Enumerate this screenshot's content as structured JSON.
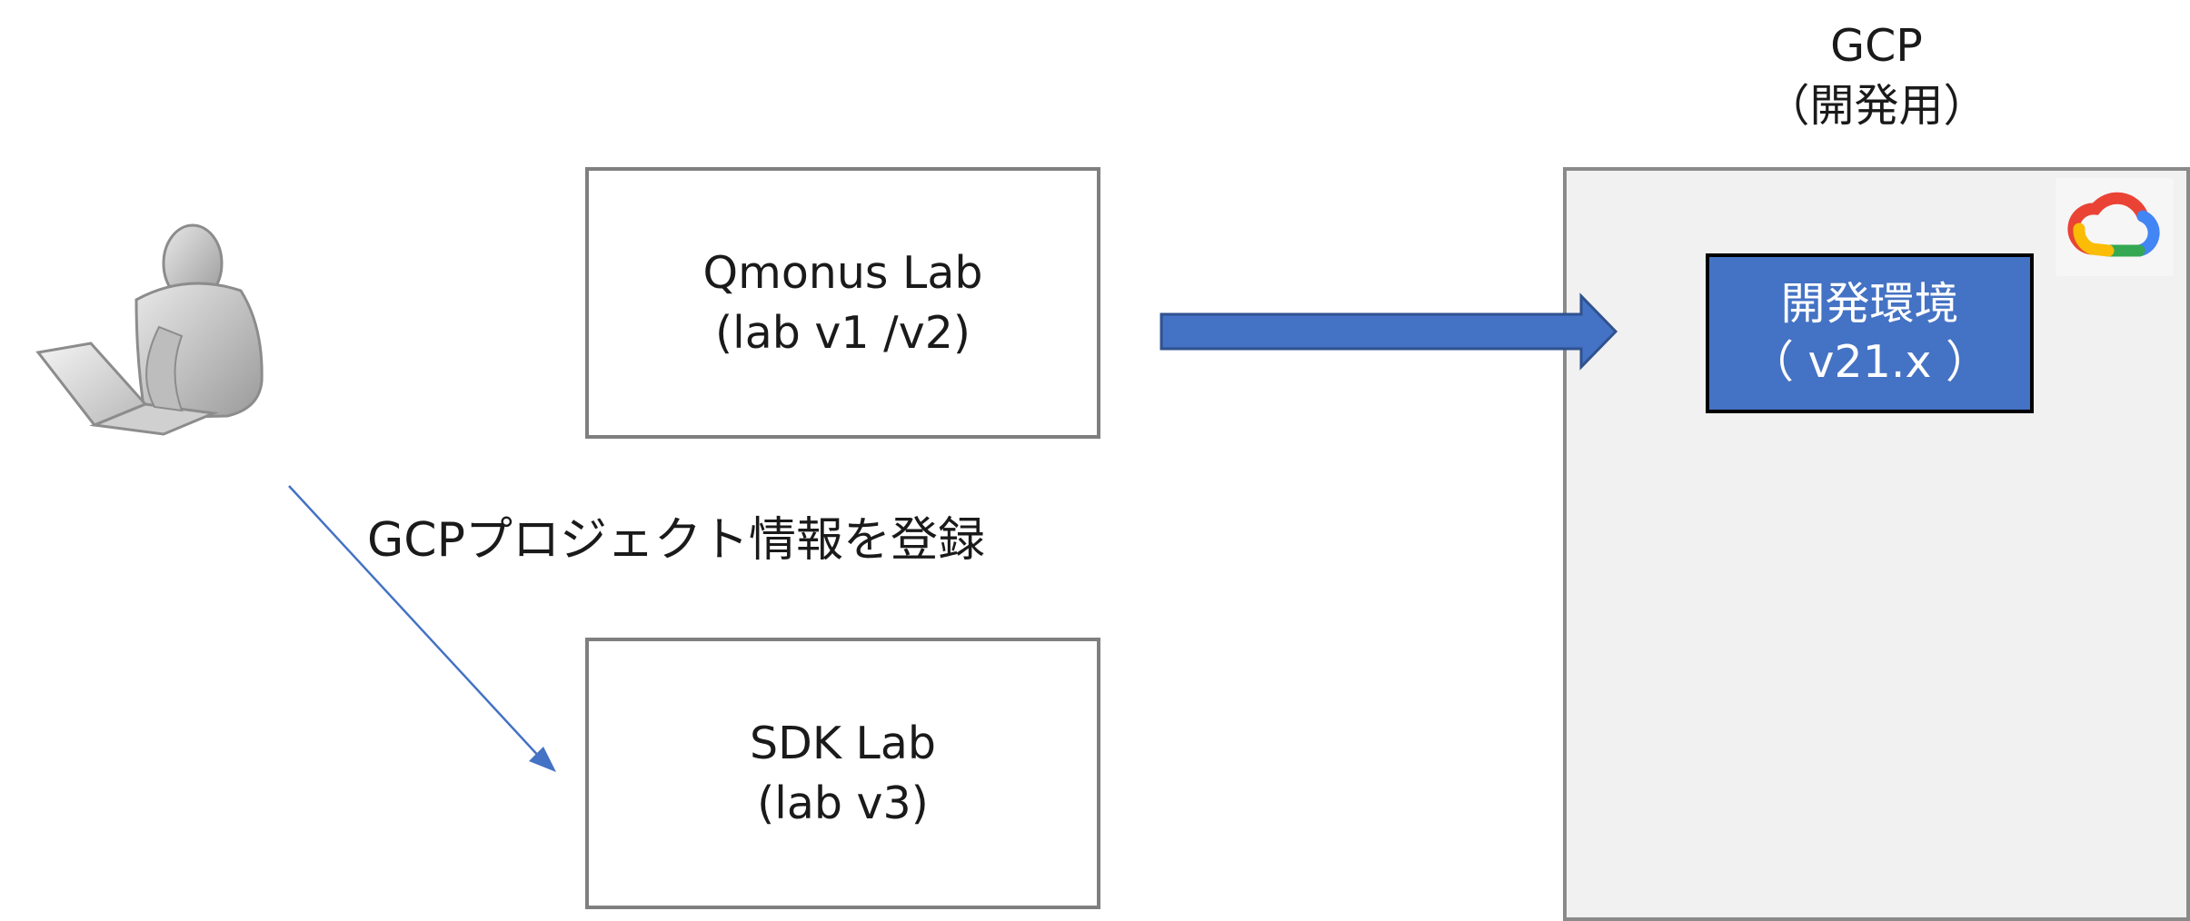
{
  "gcp": {
    "title_line1": "GCP",
    "title_line2": "（開発用）",
    "dev_env": {
      "line1": "開発環境",
      "line2": "（ v21.x ）"
    },
    "logo_icon": "google-cloud-icon"
  },
  "nodes": {
    "qmonus": {
      "line1": "Qmonus Lab",
      "line2": "(lab v1 /v2)"
    },
    "sdk": {
      "line1": "SDK Lab",
      "line2": "(lab v3)"
    },
    "user_icon": "user-at-laptop-icon"
  },
  "edges": {
    "register_label": "GCPプロジェクト情報を登録"
  },
  "colors": {
    "accent_blue": "#4472c4",
    "box_border": "#7f7f7f",
    "panel_fill": "#f1f1f1"
  }
}
